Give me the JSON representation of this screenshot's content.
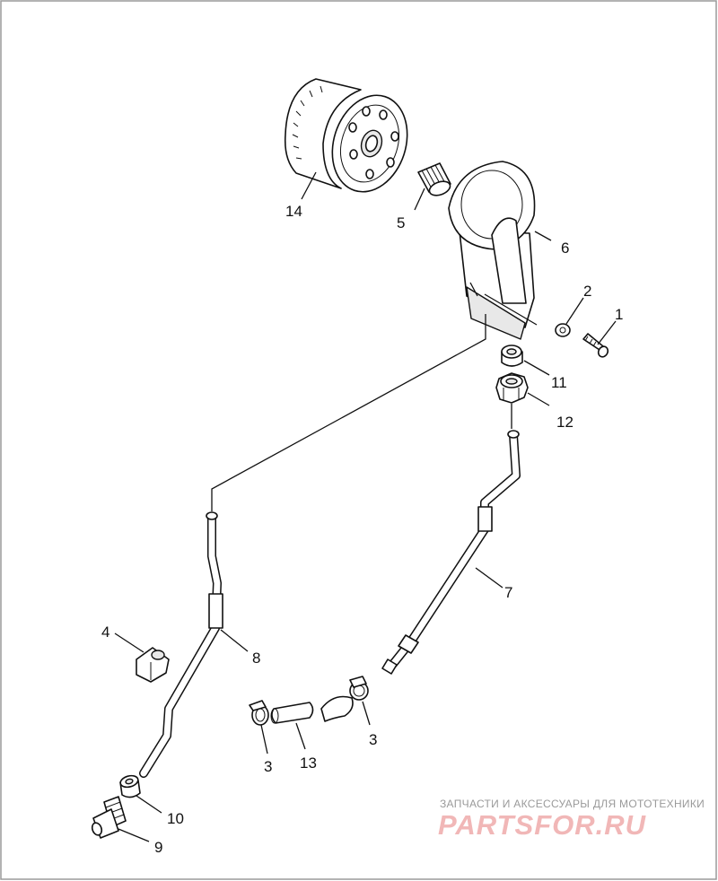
{
  "callouts": [
    {
      "id": "1",
      "label": "1"
    },
    {
      "id": "2",
      "label": "2"
    },
    {
      "id": "3a",
      "label": "3"
    },
    {
      "id": "3b",
      "label": "3"
    },
    {
      "id": "4",
      "label": "4"
    },
    {
      "id": "5",
      "label": "5"
    },
    {
      "id": "6",
      "label": "6"
    },
    {
      "id": "7",
      "label": "7"
    },
    {
      "id": "8",
      "label": "8"
    },
    {
      "id": "9",
      "label": "9"
    },
    {
      "id": "10",
      "label": "10"
    },
    {
      "id": "11",
      "label": "11"
    },
    {
      "id": "12",
      "label": "12"
    },
    {
      "id": "13",
      "label": "13"
    },
    {
      "id": "14",
      "label": "14"
    }
  ],
  "watermark": {
    "tagline": "ЗАПЧАСТИ И АКСЕССУАРЫ ДЛЯ МОТОТЕХНИКИ",
    "logo": "PARTSFOR.RU"
  },
  "colors": {
    "line": "#111111",
    "frame": "#9a9a9a",
    "watermark_text": "#9a9a9a",
    "watermark_logo": "#f1b7b7"
  }
}
